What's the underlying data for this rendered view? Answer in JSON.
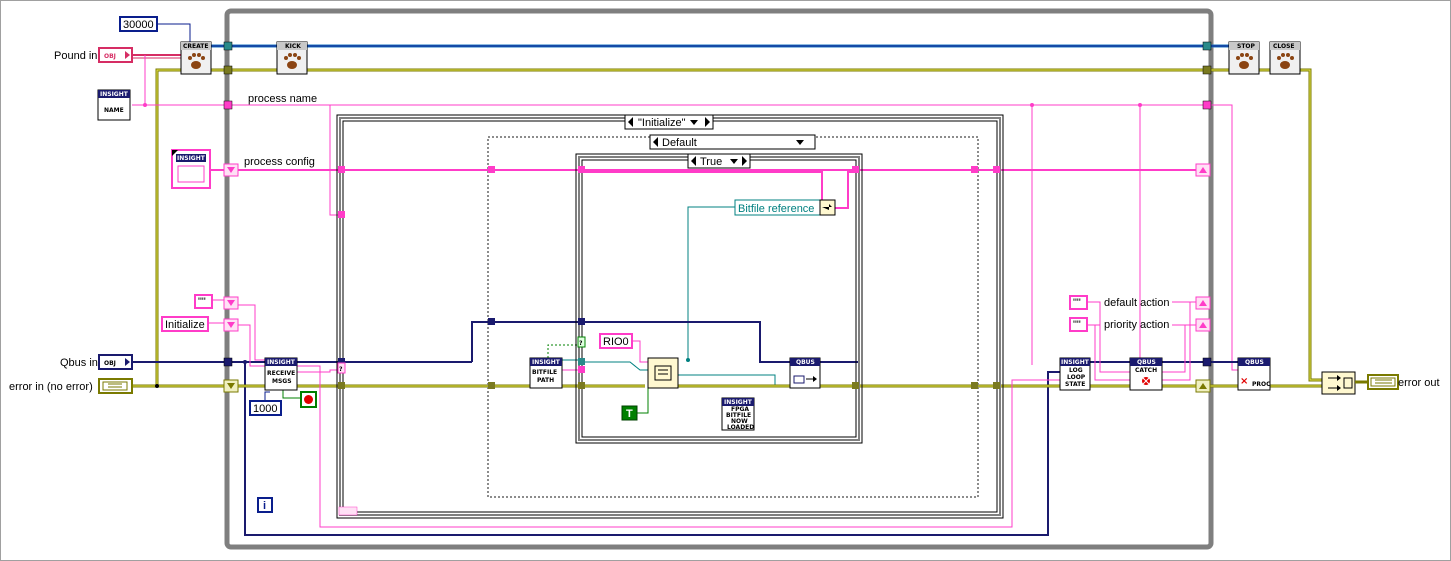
{
  "colors": {
    "refnum": "#0a1e8c",
    "string": "#ff3cc8",
    "error": "#7a7a00",
    "object": "#d62d64",
    "bool": "#008000",
    "frame": "#7f7f7f",
    "cluster": "#b97a2a"
  },
  "inputs": {
    "pound_in": "Pound in",
    "qbus_in": "Qbus in",
    "error_in": "error in (no error)",
    "obj_tag": "OBJ"
  },
  "outputs": {
    "error_out": "error out"
  },
  "constants": {
    "timeout_create": "30000",
    "initialize_string": "Initialize",
    "empty_string": "\"\"",
    "receive_timeout": "1000",
    "rio_resource": "RIO0",
    "true_const": "T",
    "loop_counter": "i"
  },
  "wire_labels": {
    "process_name": "process name",
    "process_config": "process config",
    "bitfile_reference": "Bitfile reference",
    "default_action": "default action",
    "priority_action": "priority action"
  },
  "case_selectors": {
    "outer": "\"Initialize\"",
    "middle": "Default",
    "inner": "True"
  },
  "subvis": {
    "create": "CREATE",
    "kick": "KICK",
    "stop": "STOP",
    "close": "CLOSE",
    "insight_name": [
      "INSIGHT",
      "NAME"
    ],
    "insight_config": "INSIGHT",
    "receive_msgs": [
      "INSIGHT",
      "RECEIVE",
      "MSGS"
    ],
    "bitfile_path": [
      "INSIGHT",
      "BITFILE",
      "PATH"
    ],
    "fpga_loaded": [
      "INSIGHT",
      "FPGA",
      "BITFILE",
      "NOW",
      "LOADED"
    ],
    "qbus_send": "QBUS",
    "log_loop_state": [
      "INSIGHT",
      "LOG",
      "LOOP",
      "STATE"
    ],
    "catch": [
      "QBUS",
      "CATCH"
    ],
    "proc": [
      "QBUS",
      "PROC"
    ]
  },
  "icons": [
    "paw-icon",
    "loop-iteration-icon",
    "stop-terminal-icon",
    "fpga-open-icon",
    "error-cluster-icon",
    "unbundle-icon"
  ]
}
